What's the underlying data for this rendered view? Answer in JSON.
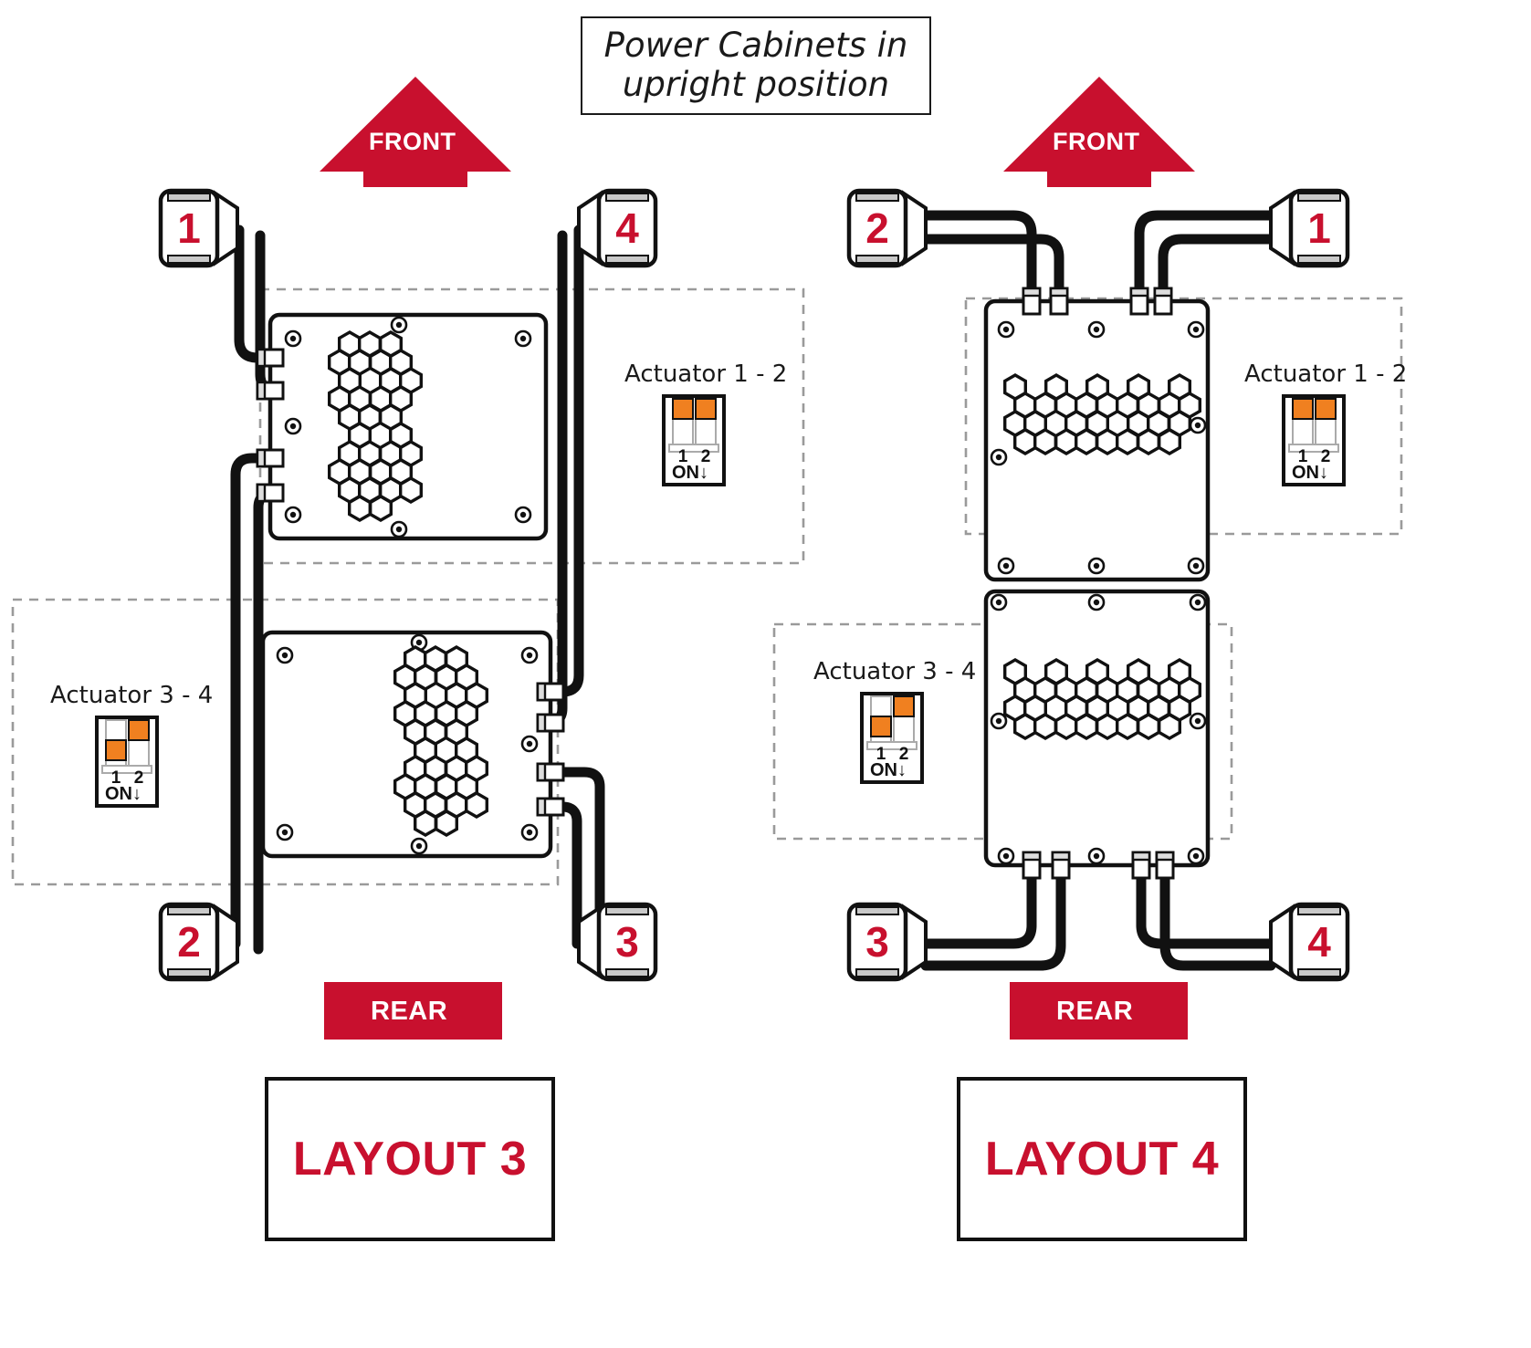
{
  "title": {
    "line1": "Power Cabinets in",
    "line2": "upright position"
  },
  "colors": {
    "brand_red": "#C8102E",
    "switch_orange": "#F08020",
    "outline": "#111111",
    "dashed_group": "#9a9a9a"
  },
  "layouts": [
    {
      "id": "layout-3",
      "name": "LAYOUT 3",
      "front_label": "FRONT",
      "rear_label": "REAR",
      "orientation": "cabinets-side-ports",
      "connectors": [
        {
          "number": "1",
          "position": "top-left"
        },
        {
          "number": "4",
          "position": "top-right"
        },
        {
          "number": "2",
          "position": "bottom-left"
        },
        {
          "number": "3",
          "position": "bottom-right"
        }
      ],
      "actuator_groups": [
        {
          "label": "Actuator 1 - 2",
          "switch": {
            "positions": [
              "1",
              "2"
            ],
            "states": [
              "up",
              "up"
            ],
            "on_label": "ON",
            "on_arrow": "↓"
          }
        },
        {
          "label": "Actuator 3 - 4",
          "switch": {
            "positions": [
              "1",
              "2"
            ],
            "states": [
              "down",
              "up"
            ],
            "on_label": "ON",
            "on_arrow": "↓"
          }
        }
      ]
    },
    {
      "id": "layout-4",
      "name": "LAYOUT 4",
      "front_label": "FRONT",
      "rear_label": "REAR",
      "orientation": "cabinets-top-bottom-ports",
      "connectors": [
        {
          "number": "2",
          "position": "top-left"
        },
        {
          "number": "1",
          "position": "top-right"
        },
        {
          "number": "3",
          "position": "bottom-left"
        },
        {
          "number": "4",
          "position": "bottom-right"
        }
      ],
      "actuator_groups": [
        {
          "label": "Actuator 1 - 2",
          "switch": {
            "positions": [
              "1",
              "2"
            ],
            "states": [
              "up",
              "up"
            ],
            "on_label": "ON",
            "on_arrow": "↓"
          }
        },
        {
          "label": "Actuator 3 - 4",
          "switch": {
            "positions": [
              "1",
              "2"
            ],
            "states": [
              "down",
              "up"
            ],
            "on_label": "ON",
            "on_arrow": "↓"
          }
        }
      ]
    }
  ]
}
